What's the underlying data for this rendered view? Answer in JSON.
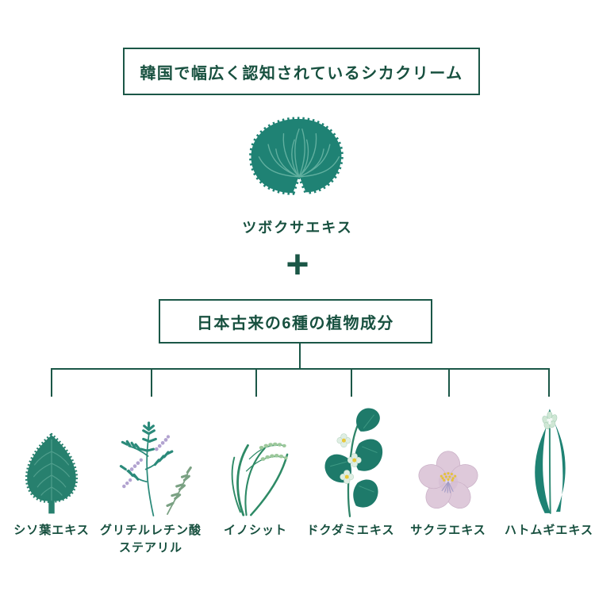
{
  "title_box": {
    "label": "韓国で幅広く認知されているシカクリーム"
  },
  "hero": {
    "icon": "tsubokusa-leaf-icon",
    "label": "ツボクサエキス"
  },
  "plus": {
    "symbol": "+"
  },
  "group_box": {
    "label": "日本古来の6種の植物成分"
  },
  "ingredients": [
    {
      "name": "shiso-leaf",
      "label": "シソ葉エキス"
    },
    {
      "name": "stearyl-glycyrrhetinate",
      "label": "グリチルレチン酸ステアリル"
    },
    {
      "name": "inositol",
      "label": "イノシット"
    },
    {
      "name": "dokudami",
      "label": "ドクダミエキス"
    },
    {
      "name": "sakura",
      "label": "サクラエキス"
    },
    {
      "name": "hatomugi",
      "label": "ハトムギエキス"
    }
  ],
  "colors": {
    "text_green": "#17503f",
    "line_green": "#1b5747",
    "leaf_teal": "#1f8274",
    "vein_teal": "#62b0a0",
    "sage_green": "#7aa183",
    "lavender": "#b2a3d0",
    "grain_green": "#9cc89b",
    "sakura_pink": "#dec9da",
    "stamen_yellow": "#e5c23b",
    "flower_mint": "#dfeee3",
    "background": "#ffffff"
  }
}
